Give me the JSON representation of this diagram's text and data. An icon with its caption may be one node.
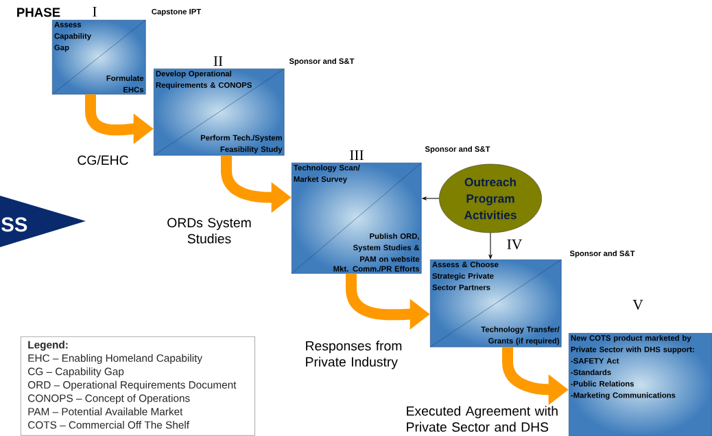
{
  "diagram": {
    "nodes": [
      {
        "text": [
          "Assess Capability Gap",
          "Formulate EHCs"
        ],
        "beside": [
          "I",
          "Capstone IPT"
        ]
      },
      {
        "text": [
          "Develop Operational Requirements & CONOPS",
          "Perform Tech./System Feasibility Study"
        ],
        "beside": [
          "II",
          "Sponsor and S&T"
        ]
      },
      {
        "text": [
          "Technology Scan/ Market Survey",
          "Publish ORD, System Studies & PAM on website",
          "Mkt. Comm./PR Efforts"
        ],
        "beside": [
          "III",
          "Sponsor and S&T"
        ]
      },
      {
        "text": [
          "Outreach Program Activities"
        ]
      },
      {
        "text": [
          "Assess & Choose Strategic Private Sector Partners",
          "Technology Transfer/ Grants (if required)"
        ],
        "beside": [
          "IV",
          "Sponsor and S&T"
        ]
      },
      {
        "text": [
          "New COTS product marketed by Private Sector with DHS support:",
          "-SAFETY Act",
          "-Standards",
          "-Public Relations",
          "-Marketing Communications"
        ],
        "beside": [
          "V"
        ]
      },
      {
        "text": [
          "SS"
        ]
      },
      {
        "text": [
          "Legend:",
          "EHC – Enabling Homeland Capability",
          "CG – Capability Gap",
          "ORD – Operational Requirements Document",
          "CONOPS – Concept of Operations",
          "PAM – Potential Available Market",
          "COTS – Commercial Off The Shelf"
        ]
      }
    ],
    "edges": [
      {
        "from": 0,
        "to": 1,
        "arrow": "to",
        "label": "CG/EHC"
      },
      {
        "from": 1,
        "to": 2,
        "arrow": "to",
        "label": "ORDs System Studies"
      },
      {
        "from": 3,
        "to": 2,
        "arrow": "to",
        "color": "#000000"
      },
      {
        "from": 3,
        "to": 4,
        "arrow": "to",
        "color": "#000000"
      },
      {
        "from": 2,
        "to": 4,
        "arrow": "to",
        "label": "Responses from Private Industry"
      },
      {
        "from": 4,
        "to": 5,
        "arrow": "to",
        "label": "Executed Agreement with Private Sector and DHS"
      }
    ],
    "labels": [
      "PHASE"
    ]
  }
}
